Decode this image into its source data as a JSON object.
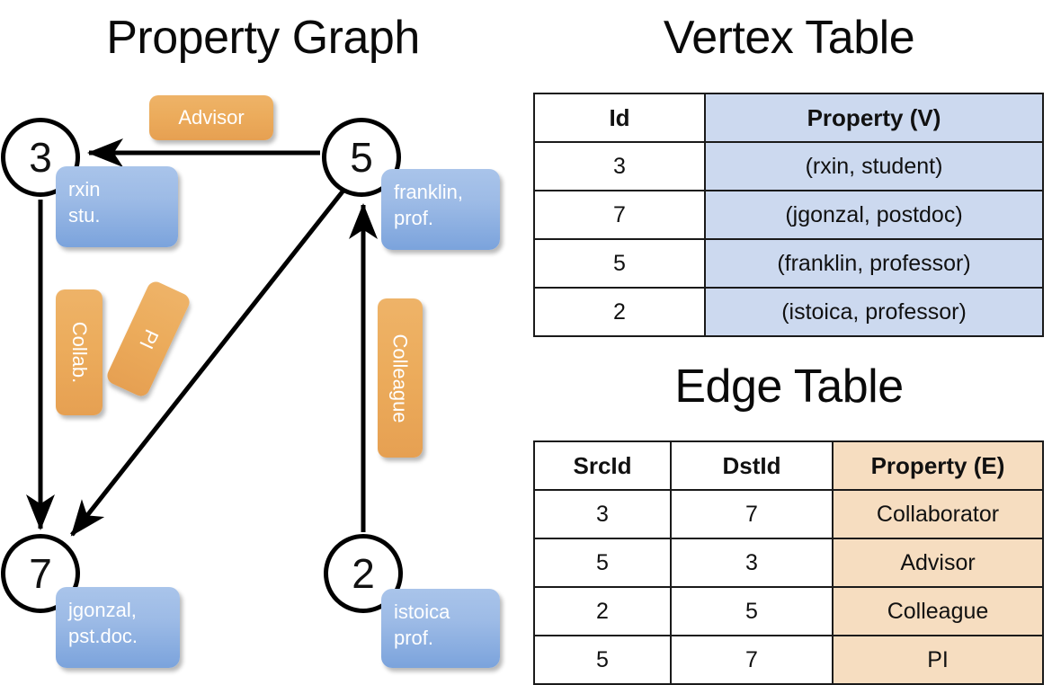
{
  "titles": {
    "property_graph": "Property Graph",
    "vertex_table": "Vertex Table",
    "edge_table": "Edge Table"
  },
  "colors": {
    "vertex_property_fill": "#ccd9ef",
    "edge_property_fill": "#f6ddc0",
    "vertex_box_fill": "#9dbbe6",
    "edge_label_fill": "#ecac5c",
    "stroke": "#000000",
    "page_background": "#ffffff"
  },
  "graph": {
    "nodes": [
      {
        "id": "3",
        "label": "3",
        "property_lines": [
          "rxin",
          "stu."
        ]
      },
      {
        "id": "5",
        "label": "5",
        "property_lines": [
          "franklin,",
          "prof."
        ]
      },
      {
        "id": "7",
        "label": "7",
        "property_lines": [
          "jgonzal,",
          "pst.doc."
        ]
      },
      {
        "id": "2",
        "label": "2",
        "property_lines": [
          "istoica",
          "prof."
        ]
      }
    ],
    "node_property_boxes": {
      "rxin": "rxin\nstu.",
      "rxin_line1": "rxin",
      "rxin_line2": "stu.",
      "franklin_line1": "franklin,",
      "franklin_line2": "prof.",
      "jgonzal_line1": "jgonzal,",
      "jgonzal_line2": "pst.doc.",
      "istoica_line1": "istoica",
      "istoica_line2": "prof."
    },
    "edge_labels": {
      "advisor": "Advisor",
      "collab": "Collab.",
      "pi": "PI",
      "colleague": "Colleague"
    },
    "edges": [
      {
        "from": "5",
        "to": "3",
        "label": "Advisor"
      },
      {
        "from": "3",
        "to": "7",
        "label": "Collab."
      },
      {
        "from": "5",
        "to": "7",
        "label": "PI"
      },
      {
        "from": "2",
        "to": "5",
        "label": "Colleague"
      }
    ]
  },
  "vertex_table": {
    "headers": [
      "Id",
      "Property (V)"
    ],
    "rows": [
      {
        "id": "3",
        "property": "(rxin, student)"
      },
      {
        "id": "7",
        "property": "(jgonzal, postdoc)"
      },
      {
        "id": "5",
        "property": "(franklin, professor)"
      },
      {
        "id": "2",
        "property": "(istoica, professor)"
      }
    ]
  },
  "edge_table": {
    "headers": [
      "SrcId",
      "DstId",
      "Property (E)"
    ],
    "rows": [
      {
        "src": "3",
        "dst": "7",
        "property": "Collaborator"
      },
      {
        "src": "5",
        "dst": "3",
        "property": "Advisor"
      },
      {
        "src": "2",
        "dst": "5",
        "property": "Colleague"
      },
      {
        "src": "5",
        "dst": "7",
        "property": "PI"
      }
    ]
  }
}
